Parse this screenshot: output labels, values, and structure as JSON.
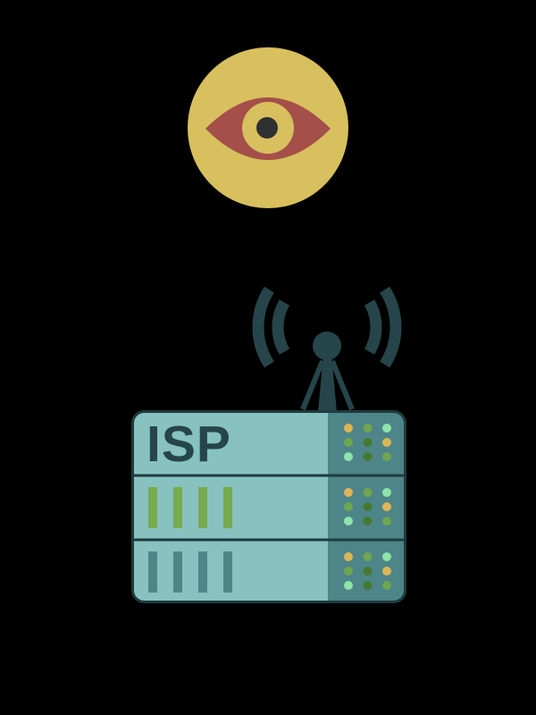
{
  "illustration": {
    "description": "Flat illustration of an ISP server rack with antenna broadcasting wifi signals, watched by a large eye (surveillance concept)",
    "background_color": "#000000",
    "eye_icon": {
      "circle_color": "#d8c05e",
      "sclera_color": "#a44f4a",
      "iris_color": "#d8c05e",
      "pupil_color": "#2d3131"
    },
    "signal_icon": {
      "color": "#26454a"
    },
    "antenna_icon": {
      "color": "#26454a"
    },
    "server": {
      "label": "ISP",
      "label_color": "#26454a",
      "body_color": "#87c2c0",
      "panel_color": "#4e8588",
      "outline_color": "#1f3b3e",
      "unit_count": 3,
      "vent_rows": [
        {
          "unit": 2,
          "color": "#77ab4e",
          "count": 4
        },
        {
          "unit": 3,
          "color": "#4e8588",
          "count": 4
        }
      ],
      "led_colors": {
        "gold": "#ddb556",
        "green": "#6fa650",
        "mint": "#8fe3ab",
        "dark_green": "#45792e"
      },
      "led_pattern": [
        [
          "gold",
          "green",
          "mint"
        ],
        [
          "green",
          "dark_green",
          "gold"
        ],
        [
          "mint",
          "dark_green",
          "green"
        ]
      ]
    }
  }
}
